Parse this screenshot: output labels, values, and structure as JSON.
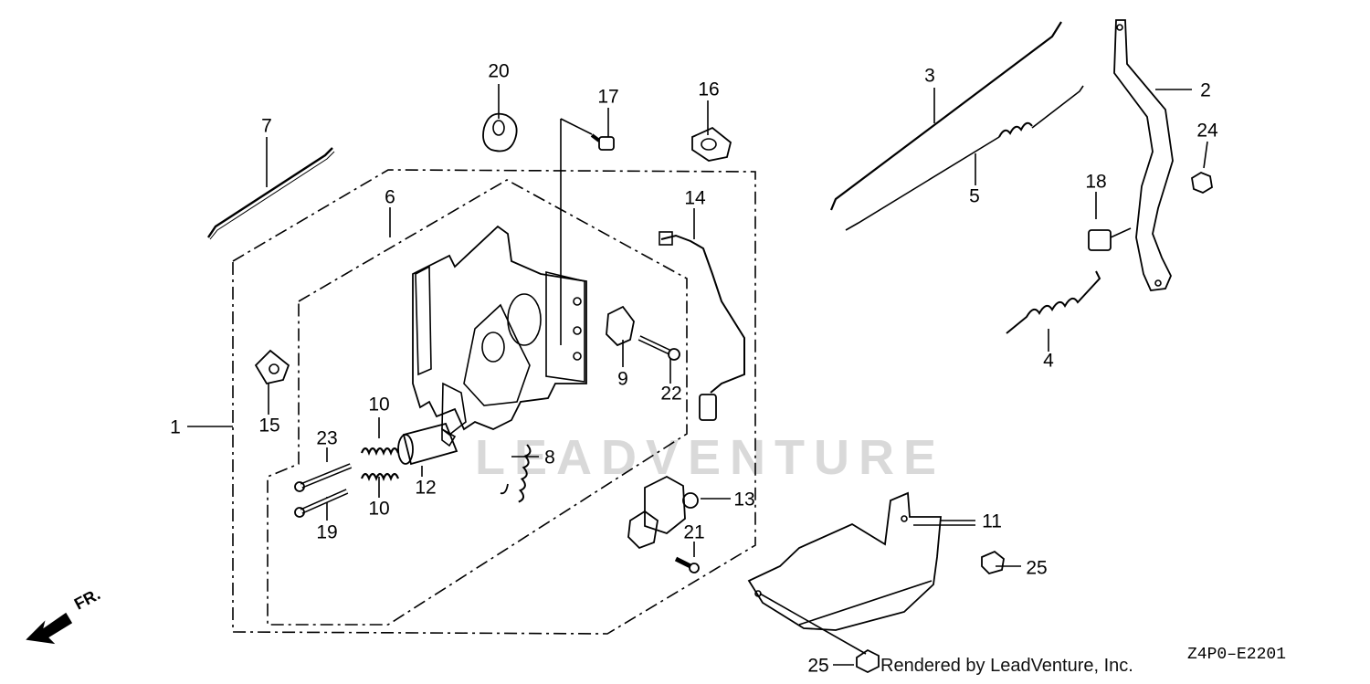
{
  "watermark": "LEADVENTURE",
  "footer": {
    "credit": "Rendered by LeadVenture, Inc.",
    "diagram_code": "Z4P0–E2201"
  },
  "direction_label": "FR.",
  "callouts": {
    "c1": "1",
    "c2": "2",
    "c3": "3",
    "c4": "4",
    "c5": "5",
    "c6": "6",
    "c7": "7",
    "c8": "8",
    "c9": "9",
    "c10a": "10",
    "c10b": "10",
    "c11": "11",
    "c12": "12",
    "c13": "13",
    "c14": "14",
    "c15": "15",
    "c16": "16",
    "c17": "17",
    "c18": "18",
    "c19": "19",
    "c20": "20",
    "c21": "21",
    "c22": "22",
    "c23": "23",
    "c24": "24",
    "c25a": "25",
    "c25b": "25"
  },
  "colors": {
    "line": "#000000",
    "watermark": "#d9d9d9",
    "background": "#ffffff"
  }
}
